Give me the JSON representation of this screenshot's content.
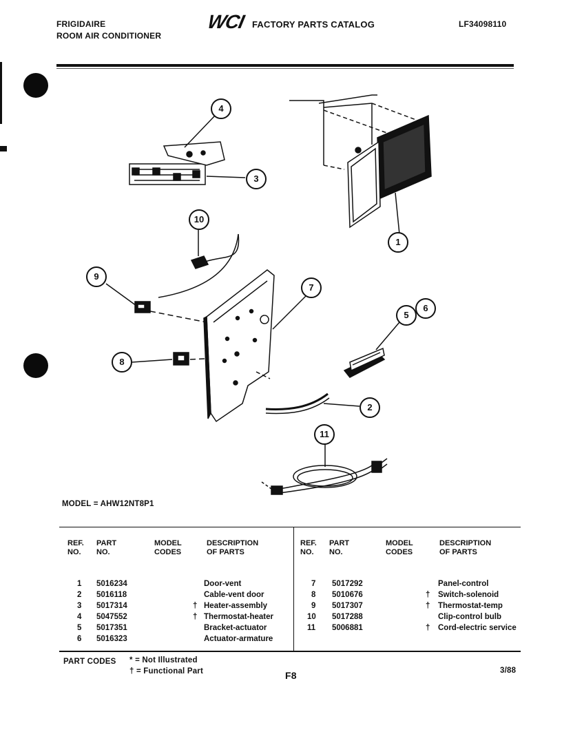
{
  "header": {
    "brand": "FRIGIDAIRE",
    "product_line": "ROOM AIR CONDITIONER",
    "logo": "WCI",
    "catalog_title": "FACTORY PARTS CATALOG",
    "catalog_number": "LF34098110"
  },
  "callouts": [
    "4",
    "3",
    "10",
    "9",
    "8",
    "7",
    "5",
    "6",
    "2",
    "11",
    "1"
  ],
  "model": "MODEL = AHW12NT8P1",
  "table": {
    "headers": {
      "ref": [
        "REF.",
        "NO."
      ],
      "part": [
        "PART",
        "NO."
      ],
      "model": [
        "MODEL",
        "CODES"
      ],
      "desc": [
        "DESCRIPTION",
        "OF PARTS"
      ]
    },
    "left_rows": [
      {
        "ref": "1",
        "part": "5016234",
        "code": "",
        "desc": "Door-vent"
      },
      {
        "ref": "2",
        "part": "5016118",
        "code": "",
        "desc": "Cable-vent door"
      },
      {
        "ref": "3",
        "part": "5017314",
        "code": "†",
        "desc": "Heater-assembly"
      },
      {
        "ref": "4",
        "part": "5047552",
        "code": "†",
        "desc": "Thermostat-heater"
      },
      {
        "ref": "5",
        "part": "5017351",
        "code": "",
        "desc": "Bracket-actuator"
      },
      {
        "ref": "6",
        "part": "5016323",
        "code": "",
        "desc": "Actuator-armature"
      }
    ],
    "right_rows": [
      {
        "ref": "7",
        "part": "5017292",
        "code": "",
        "desc": "Panel-control"
      },
      {
        "ref": "8",
        "part": "5010676",
        "code": "†",
        "desc": "Switch-solenoid"
      },
      {
        "ref": "9",
        "part": "5017307",
        "code": "†",
        "desc": "Thermostat-temp"
      },
      {
        "ref": "10",
        "part": "5017288",
        "code": "",
        "desc": "Clip-control bulb"
      },
      {
        "ref": "11",
        "part": "5006881",
        "code": "†",
        "desc": "Cord-electric service"
      }
    ]
  },
  "footer": {
    "part_codes_label": "PART CODES",
    "code_star": "* = Not Illustrated",
    "code_dagger": "† = Functional Part",
    "page": "F8",
    "date": "3/88"
  }
}
